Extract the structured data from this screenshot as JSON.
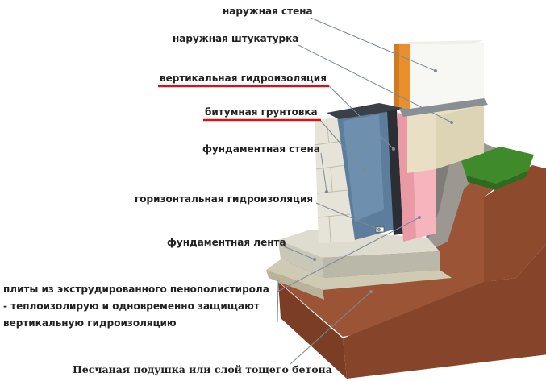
{
  "labels": {
    "outer_wall": "наружная стена",
    "outer_plaster": "наружная штукатурка",
    "vertical_waterproofing": "вертикальная гидроизоляция",
    "bitumen_primer": "битумная грунтовка",
    "foundation_wall": "фундаментная стена",
    "horizontal_waterproofing": "горизонтальная гидроизоляция",
    "foundation_strip": "фундаментная лента",
    "eps_boards_line1": "плиты из экструдированного пенополистирола",
    "eps_boards_line2": "- теплоизолирую и одновременно защищают",
    "eps_boards_line3": "вертикальную гидроизоляцию",
    "sand_cushion": "Песчаная подушка или слой тощего бетона"
  },
  "highlighted_labels": [
    "vertical_waterproofing",
    "bitumen_primer"
  ],
  "colors": {
    "highlight_underline": "#d0161b",
    "leader_line": "#7d8a96",
    "soil": "#8e4a2c",
    "plaster": "#e8dfc4",
    "insulation": "#f6b5bd",
    "waterproofing": "#5d7d9c",
    "concrete": "#d7d6c8",
    "wooden_wall": "#e8902e",
    "grass": "#3f8a2a"
  }
}
